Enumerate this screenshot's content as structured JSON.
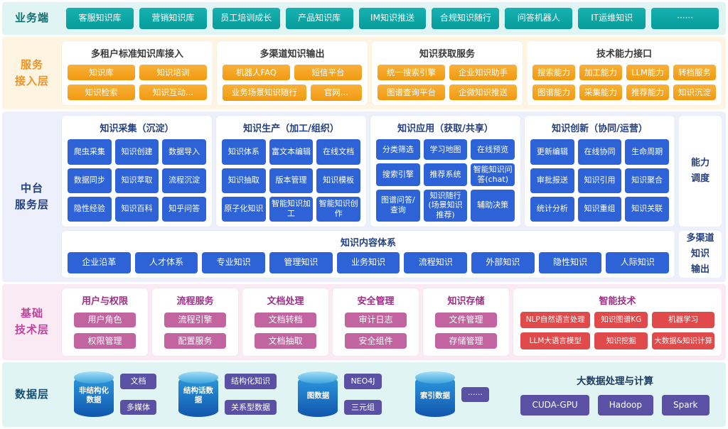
{
  "business": {
    "sidebar": "业务端",
    "items": [
      "客服知识库",
      "营销知识库",
      "员工培训成长",
      "产品知识库",
      "IM知识推送",
      "合规知识随行",
      "问答机器人",
      "IT运维知识",
      "······"
    ]
  },
  "access": {
    "sidebar": "服务\n接入层",
    "groups": [
      {
        "title": "多租户标准知识库接入",
        "items": [
          "知识库",
          "知识培训",
          "知识检索",
          "知识互动..."
        ]
      },
      {
        "title": "多渠道知识输出",
        "items": [
          "机器人FAQ",
          "短信平台",
          "业务场景知识随行",
          "官网..."
        ]
      },
      {
        "title": "知识获取服务",
        "items": [
          "统一搜索引擎",
          "企业知识助手",
          "图谱查询平台",
          "企微知识推送"
        ]
      },
      {
        "title": "技术能力接口",
        "items": [
          "搜索能力",
          "加工能力",
          "LLM能力",
          "转档服务",
          "图谱能力",
          "采集能力",
          "推荐能力",
          "知识沉淀"
        ]
      }
    ]
  },
  "middle": {
    "sidebar": "中台\n服务层",
    "groups": [
      {
        "title": "知识采集（沉淀）",
        "items": [
          "爬虫采集",
          "知识创建",
          "数据导入",
          "数据同步",
          "知识萃取",
          "流程沉淀",
          "隐性经验",
          "知识百科",
          "知乎问答"
        ]
      },
      {
        "title": "知识生产（加工/组织）",
        "items": [
          "知识体系",
          "富文本编辑",
          "在线文档",
          "知识抽取",
          "版本管理",
          "知识模板",
          "原子化知识",
          "智能知识加工",
          "智能知识创作"
        ]
      },
      {
        "title": "知识应用（获取/共享）",
        "items": [
          "分类筛选",
          "学习地图",
          "在线预览",
          "搜索引擎",
          "推荐系统",
          "智能知识问答(chat)",
          "图谱问答/查询",
          "知识随行(场景知识推荐)",
          "辅助决策"
        ]
      },
      {
        "title": "知识创新（协同/运营）",
        "items": [
          "更新编辑",
          "在线协同",
          "生命周期",
          "审批报送",
          "知识引用",
          "知识聚合",
          "统计分析",
          "知识重组",
          "知识关联"
        ]
      }
    ],
    "scheduler": "能力\n调度",
    "content_system": {
      "title": "知识内容体系",
      "items": [
        "企业沿革",
        "人才体系",
        "专业知识",
        "管理知识",
        "业务知识",
        "流程知识",
        "外部知识",
        "隐性知识",
        "人际知识"
      ]
    },
    "output": "多渠道\n知识\n输出"
  },
  "base": {
    "sidebar": "基础\n技术层",
    "groups": [
      {
        "title": "用户与权限",
        "items": [
          "用户角色",
          "权限管理"
        ]
      },
      {
        "title": "流程服务",
        "items": [
          "流程引擎",
          "配置服务"
        ]
      },
      {
        "title": "文档处理",
        "items": [
          "文档转档",
          "文档抽取"
        ]
      },
      {
        "title": "安全管理",
        "items": [
          "审计日志",
          "安全组件"
        ]
      },
      {
        "title": "知识存储",
        "items": [
          "文件管理",
          "存储管理"
        ]
      },
      {
        "title": "智能技术",
        "items": [
          "NLP自然语言处理",
          "知识图谱KG",
          "机器学习",
          "LLM大语言模型",
          "知识挖掘",
          "大数据&知识计算"
        ]
      }
    ]
  },
  "data": {
    "sidebar": "数据层",
    "stores": [
      {
        "name": "非结构化数据",
        "tags": [
          "文档",
          "多媒体"
        ]
      },
      {
        "name": "结构话数据",
        "tags": [
          "结构化知识",
          "关系型数据"
        ]
      },
      {
        "name": "图数据",
        "tags": [
          "NEO4J",
          "三元组"
        ]
      },
      {
        "name": "索引数据",
        "tags": [
          "······"
        ]
      }
    ],
    "compute": {
      "title": "大数据处理与计算",
      "items": [
        "CUDA-GPU",
        "Hadoop",
        "Spark"
      ]
    }
  },
  "colors": {
    "teal": "#0a9b9b",
    "orange": "#f4a01c",
    "blue": "#2e63d8",
    "magenta": "#c2649f",
    "red": "#e14a4a",
    "purple": "#5a50a4",
    "navy_title": "#24407e"
  }
}
